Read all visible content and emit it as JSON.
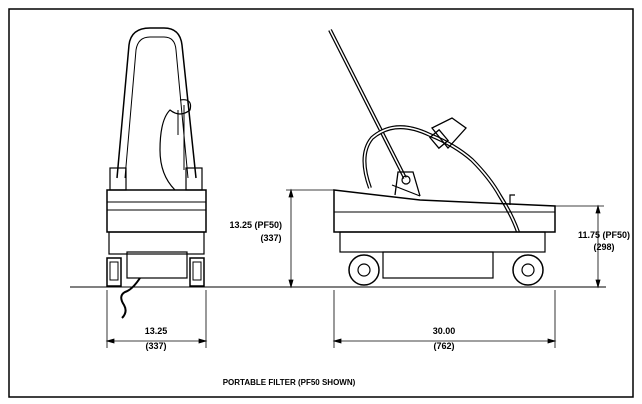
{
  "drawing": {
    "caption": "PORTABLE FILTER (PF50 SHOWN)",
    "front_view": {
      "width_dim": "13.25",
      "width_dim_metric": "(337)"
    },
    "side_view": {
      "left_height_dim": "13.25 (PF50)",
      "left_height_dim_metric": "(337)",
      "right_height_dim": "11.75 (PF50)",
      "right_height_dim_metric": "(298)",
      "length_dim": "30.00",
      "length_dim_metric": "(762)"
    }
  }
}
